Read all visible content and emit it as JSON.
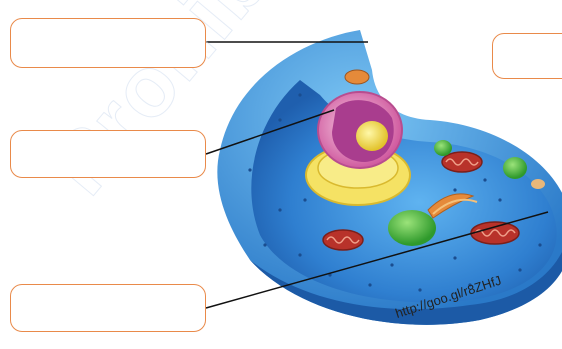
{
  "diagram": {
    "label_boxes": [
      {
        "id": "box-1",
        "text": ""
      },
      {
        "id": "box-2",
        "text": ""
      },
      {
        "id": "box-3",
        "text": ""
      },
      {
        "id": "box-4",
        "text": ""
      }
    ],
    "source_url": "http://goo.gl/r8ZHfJ",
    "watermark": "Prohibida"
  },
  "colors": {
    "box_border": "#e98a4a",
    "cell_membrane": "#3d8fd6",
    "cytoplasm": "#2f77c9",
    "nucleus_outer": "#f2a7c9",
    "nucleus_inner": "#a93d8e",
    "nucleolus": "#f2e04a",
    "endoplasmic_reticulum": "#f5e264",
    "mitochondria": "#b8322a",
    "vacuole": "#3fae3a",
    "golgi": "#e58a3a"
  }
}
